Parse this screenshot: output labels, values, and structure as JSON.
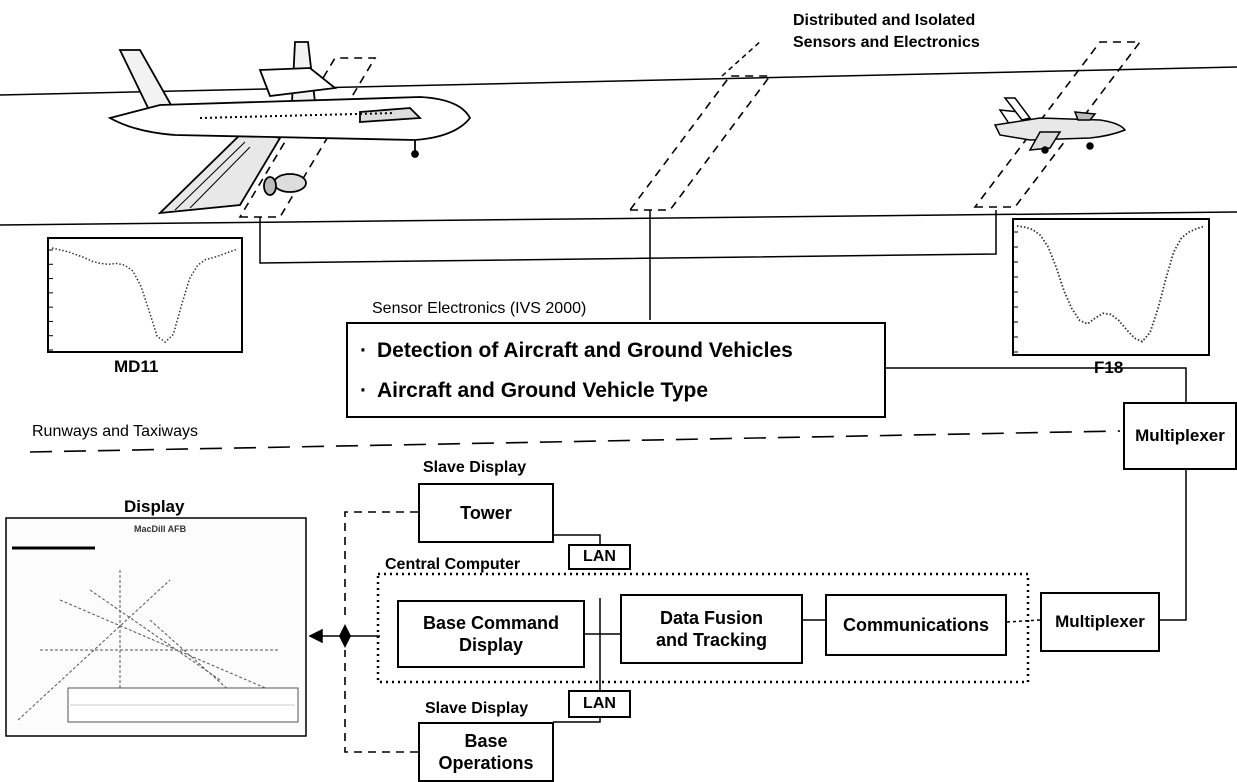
{
  "labels": {
    "sensors": [
      "Distributed and Isolated",
      "Sensors and Electronics"
    ],
    "sensor_electronics": "Sensor Electronics (IVS 2000)",
    "bullet_1": "Detection of Aircraft and Ground Vehicles",
    "bullet_2": "Aircraft and Ground Vehicle Type",
    "bullet_mark": "·",
    "runways": "Runways and Taxiways",
    "md11": "MD11",
    "f18": "F18",
    "display": "Display",
    "slave_display_top": "Slave Display",
    "slave_display_bottom": "Slave Display",
    "central_computer": "Central Computer"
  },
  "boxes": {
    "multiplexer_top": "Multiplexer",
    "multiplexer_bottom": "Multiplexer",
    "tower": "Tower",
    "lan_top": "LAN",
    "lan_bottom": "LAN",
    "base_command": [
      "Base Command",
      "Display"
    ],
    "data_fusion": [
      "Data Fusion",
      "and Tracking"
    ],
    "communications": "Communications",
    "base_operations": [
      "Base",
      "Operations"
    ]
  },
  "display_screen": {
    "title": "MacDill AFB"
  },
  "signature_md11": [
    1.0,
    0.98,
    0.96,
    0.93,
    0.9,
    0.86,
    0.84,
    0.83,
    0.84,
    0.82,
    0.76,
    0.6,
    0.35,
    0.08,
    0.02,
    0.1,
    0.4,
    0.68,
    0.82,
    0.88,
    0.9,
    0.93,
    0.96,
    0.99
  ],
  "signature_f18": [
    1.0,
    0.99,
    0.97,
    0.92,
    0.82,
    0.65,
    0.45,
    0.3,
    0.2,
    0.17,
    0.22,
    0.26,
    0.25,
    0.2,
    0.12,
    0.05,
    0.02,
    0.1,
    0.3,
    0.55,
    0.78,
    0.9,
    0.95,
    0.98,
    1.0
  ]
}
